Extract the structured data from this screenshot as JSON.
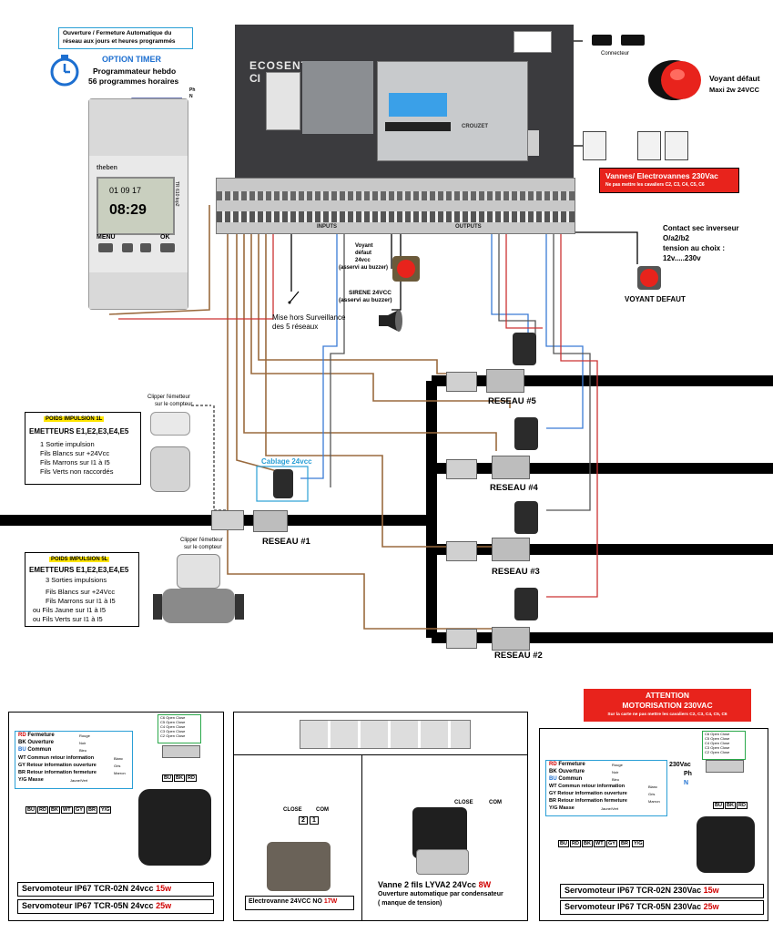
{
  "top_note": {
    "line1": "Ouverture / Fermeture Automatique du",
    "line2": "réseau aux jours et heures programmés"
  },
  "option_timer": {
    "title": "OPTION TIMER",
    "line1": "Programmateur hebdo",
    "line2": "56 programmes horaires"
  },
  "timer_device": {
    "brand": "theben",
    "display_time": "08:29",
    "display_date": "01 09 17",
    "btn_menu": "MENU",
    "btn_ok": "OK",
    "model": "TR 610 top2"
  },
  "controller": {
    "brand": "ECOSENTRY",
    "model_suffix": "CI",
    "plc_brand": "CROUZET",
    "inputs_label": "INPUTS",
    "outputs_label": "OUTPUTS"
  },
  "connecteur": {
    "label": "Connecteur"
  },
  "voyant_defaut_top": {
    "line1": "Voyant défaut",
    "line2": "Maxi 2w  24VCC"
  },
  "vannes_banner": {
    "line1": "Vannes/ Electrovannes 230Vac",
    "line2": "Ne pas mettre les cavaliers C2, C3, C4, C5, C6"
  },
  "contact_sec": {
    "line1": "Contact sec inverseur",
    "line2": "O/a2/b2",
    "line3": "tension au choix :",
    "line4": "12v.....230v"
  },
  "voyant_defaut_right": {
    "label": "VOYANT DEFAUT"
  },
  "voyant_buzzer": {
    "line1": "Voyant",
    "line2": "défaut",
    "line3": "24vcc",
    "line4": "(asservi au buzzer)"
  },
  "sirene": {
    "line1": "SIRENE 24VCC",
    "line2": "(asservi au buzzer)"
  },
  "mise_hors": {
    "line1": "Mise hors Surveillance",
    "line2": "des 5 réseaux"
  },
  "clipper_top": {
    "line1": "Clipper l'émetteur",
    "line2": "sur le compteur"
  },
  "clipper_bottom": {
    "line1": "Clipper l'émetteur",
    "line2": "sur le compteur"
  },
  "poids_1l": {
    "badge": "POIDS IMPULSION 1L",
    "title": "EMETTEURS E1,E2,E3,E4,E5",
    "lines": [
      "1 Sortie impulsion",
      "Fils Blancs sur +24Vcc",
      "Fils Marrons sur I1 à I5",
      "Fils Verts non raccordés"
    ]
  },
  "poids_5l": {
    "badge": "POIDS IMPULSION 5L",
    "title": "EMETTEURS E1,E2,E3,E4,E5",
    "lines": [
      "3 Sorties impulsions",
      "Fils Blancs sur +24Vcc",
      "Fils Marrons sur I1 à I5",
      "ou  Fils Jaune sur I1 à I5",
      "ou  Fils Verts sur I1 à I5"
    ]
  },
  "cablage": {
    "label": "Cablage 24vcc"
  },
  "reseaux": {
    "r1": "RESEAU #1",
    "r2": "RESEAU #2",
    "r3": "RESEAU #3",
    "r4": "RESEAU #4",
    "r5": "RESEAU #5"
  },
  "attention": {
    "line1": "ATTENTION",
    "line2": "MOTORISATION 230VAC",
    "line3": "Sur la carte ne pas mettre les cavaliers C2, C3, C4, C5, C6"
  },
  "wire_legend": [
    {
      "code": "RD",
      "name": "Fermeture",
      "color": "Rouge"
    },
    {
      "code": "BK",
      "name": "Ouverture",
      "color": "Noir"
    },
    {
      "code": "BU",
      "name": "Commun",
      "color": "Bleu"
    },
    {
      "code": "WT",
      "name": "Commun retour information",
      "color": "Blanc"
    },
    {
      "code": "GY",
      "name": "Retour information ouverture",
      "color": "Gris"
    },
    {
      "code": "BR",
      "name": "Retour information fermeture",
      "color": "Marron"
    },
    {
      "code": "Y/G",
      "name": "Masse",
      "color": "Jaune/Vert"
    }
  ],
  "terminal_codes": [
    "BU",
    "RD",
    "BK",
    "WT",
    "GY",
    "BR",
    "Y/G"
  ],
  "jumpers": [
    "C6  Open  Close",
    "C5  Open  Close",
    "C4  Open  Close",
    "C3  Open  Close",
    "C2  Open  Close"
  ],
  "bk_terminals": [
    "BU",
    "BK",
    "RD"
  ],
  "servo_24": {
    "l1_text": "Servomoteur IP67 TCR-02N 24vcc ",
    "l1_power": "15w",
    "l2_text": "Servomoteur IP67 TCR-05N 24vcc ",
    "l2_power": "25w"
  },
  "servo_230": {
    "l1_text": "Servomoteur IP67 TCR-02N   230Vac  ",
    "l1_power": "15w",
    "l2_text": "Servomoteur IP67 TCR-05N   230Vac  ",
    "l2_power": "25w"
  },
  "power_labels": {
    "vac": "230Vac",
    "ph": "Ph",
    "n": "N"
  },
  "electrovanne": {
    "close": "CLOSE",
    "com": "COM",
    "pin2": "2",
    "pin1": "1",
    "label_text": "Electrovanne 24VCC NO ",
    "label_power": "17W"
  },
  "vanne2fils": {
    "close": "CLOSE",
    "com": "COM",
    "title_text": "Vanne 2 fils LYVA2 24Vcc ",
    "title_power": "8W",
    "line2": "Ouverture automatique par condensateur",
    "line3": "( manque de tension)"
  },
  "colors": {
    "red_banner": "#e8231c",
    "blue_text": "#1d6fd0",
    "controller_bg": "#3b3b3e",
    "pipe": "#000000",
    "brown_wire": "#9a6a3e",
    "blue_wire": "#3a7bd5",
    "yellow_badge": "#ffe600"
  }
}
